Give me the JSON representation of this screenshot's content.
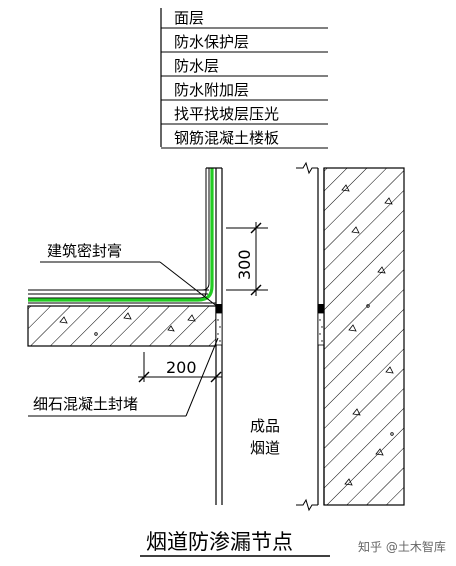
{
  "layers": [
    "面层",
    "防水保护层",
    "防水层",
    "防水附加层",
    "找平找坡层压光",
    "钢筋混凝土楼板"
  ],
  "labels": {
    "sealant": "建筑密封膏",
    "fine_concrete": "细石混凝土封堵",
    "product_line1": "成品",
    "product_line2": "烟道"
  },
  "dimensions": {
    "height": "300",
    "width": "200"
  },
  "title": "烟道防渗漏节点",
  "watermark": "知乎 @土木智库",
  "colors": {
    "line": "#000000",
    "waterproof": "#22cc22"
  }
}
